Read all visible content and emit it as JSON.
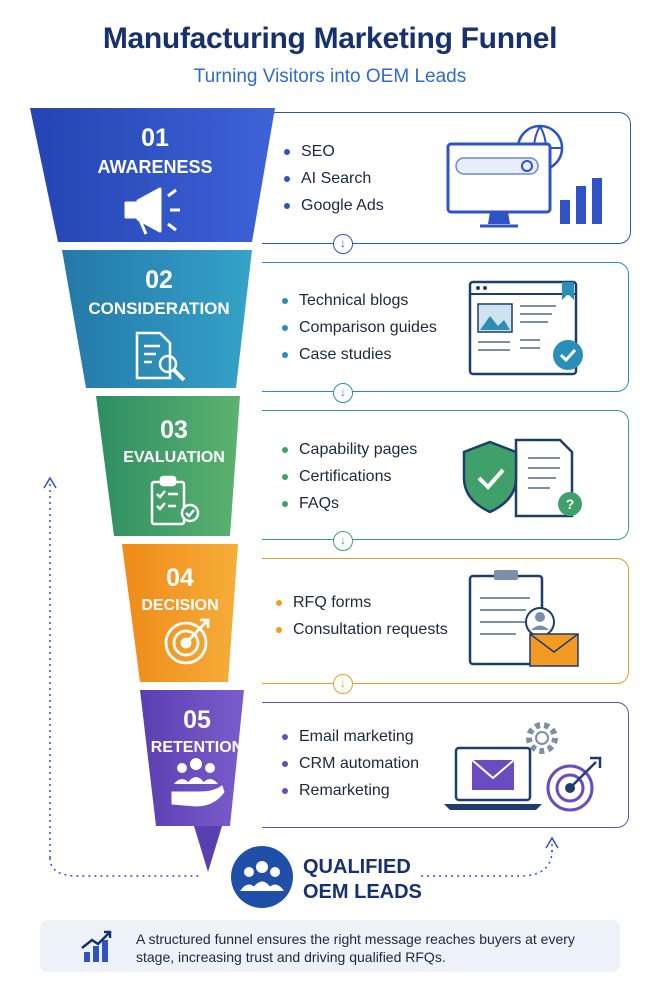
{
  "header": {
    "title": "Manufacturing Marketing Funnel",
    "subtitle": "Turning Visitors into OEM Leads"
  },
  "stages": [
    {
      "number": "01",
      "name": "AWARENESS",
      "color": "#2f52c6",
      "items": [
        "SEO",
        "AI Search",
        "Google Ads"
      ],
      "icon": "megaphone-icon",
      "illustration": "monitor-search-illustration"
    },
    {
      "number": "02",
      "name": "CONSIDERATION",
      "color": "#2a8fb8",
      "items": [
        "Technical blogs",
        "Comparison guides",
        "Case studies"
      ],
      "icon": "document-search-icon",
      "illustration": "webpage-checkmark-illustration"
    },
    {
      "number": "03",
      "name": "EVALUATION",
      "color": "#3fa06a",
      "items": [
        "Capability pages",
        "Certifications",
        "FAQs"
      ],
      "icon": "checklist-badge-icon",
      "illustration": "shield-document-illustration"
    },
    {
      "number": "04",
      "name": "DECISION",
      "color": "#f29a22",
      "items": [
        "RFQ forms",
        "Consultation requests"
      ],
      "icon": "target-icon",
      "illustration": "form-envelope-illustration"
    },
    {
      "number": "05",
      "name": "RETENTION",
      "color": "#6a4cc0",
      "items": [
        "Email marketing",
        "CRM automation",
        "Remarketing"
      ],
      "icon": "team-hand-icon",
      "illustration": "laptop-gear-target-illustration"
    }
  ],
  "outcome": {
    "line1": "QUALIFIED",
    "line2": "OEM LEADS",
    "icon": "group-icon"
  },
  "footer": {
    "text": "A structured funnel ensures the right message reaches buyers at every stage, increasing trust and driving qualified RFQs.",
    "icon": "growth-chart-icon"
  }
}
